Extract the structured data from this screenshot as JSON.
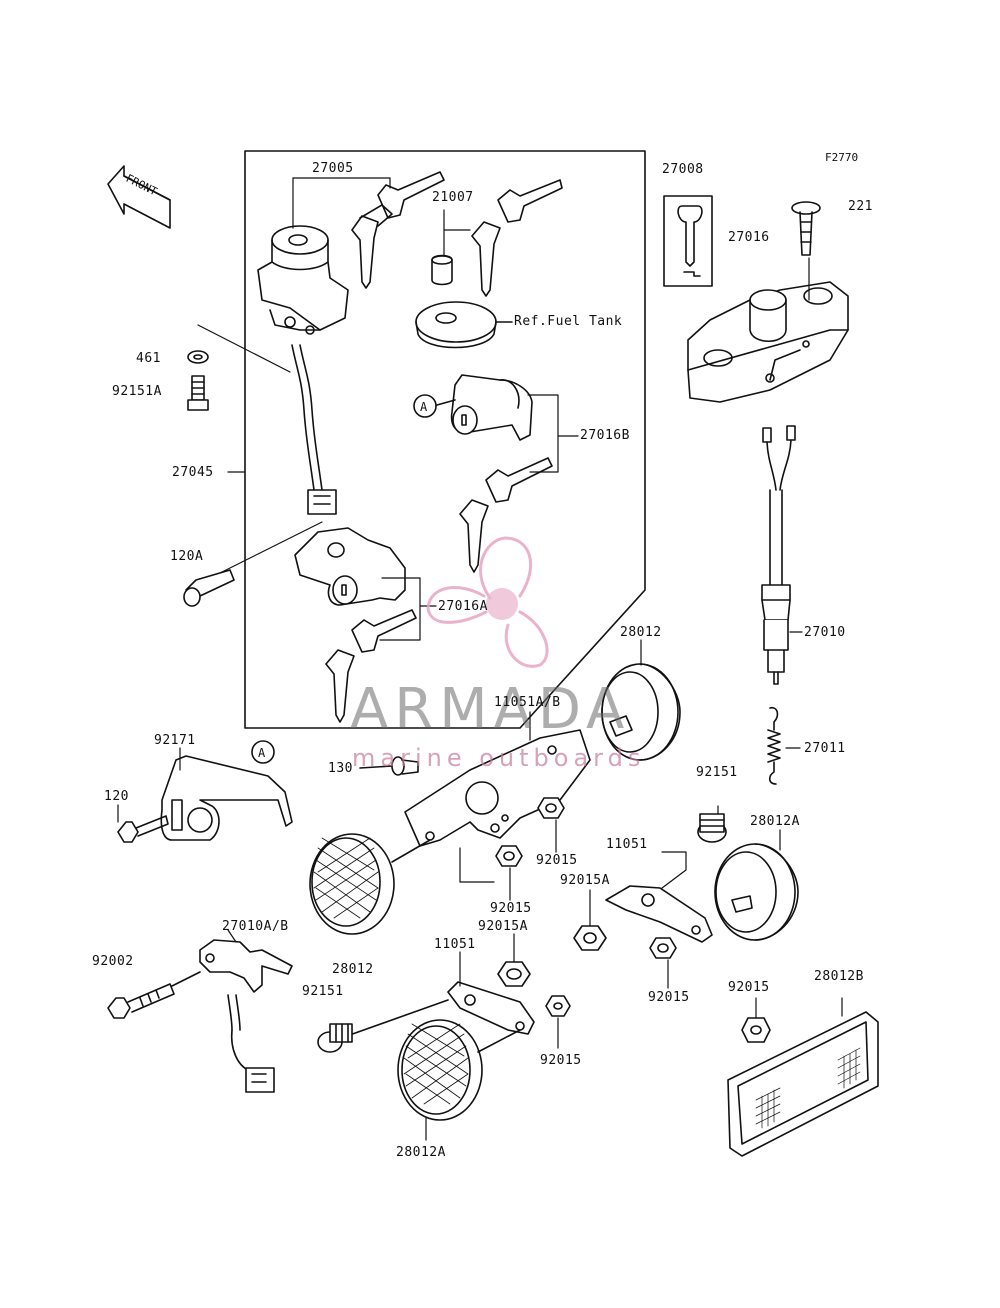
{
  "figure_code": "F2770",
  "front_label": "FRONT",
  "ref_note": "Ref.Fuel Tank",
  "callout_letter": "A",
  "watermark": {
    "brand": "ARMADA",
    "tagline": "marine outboards",
    "accent": "#e7a6c3"
  },
  "parts": [
    {
      "id": "27005",
      "label": "27005"
    },
    {
      "id": "21007",
      "label": "21007"
    },
    {
      "id": "27008",
      "label": "27008"
    },
    {
      "id": "221",
      "label": "221"
    },
    {
      "id": "27016",
      "label": "27016"
    },
    {
      "id": "461",
      "label": "461"
    },
    {
      "id": "92151A",
      "label": "92151A"
    },
    {
      "id": "27016B",
      "label": "27016B"
    },
    {
      "id": "27045",
      "label": "27045"
    },
    {
      "id": "120A",
      "label": "120A"
    },
    {
      "id": "27016A",
      "label": "27016A"
    },
    {
      "id": "27010",
      "label": "27010"
    },
    {
      "id": "28012-top",
      "label": "28012"
    },
    {
      "id": "11051AB",
      "label": "11051A/B"
    },
    {
      "id": "27011",
      "label": "27011"
    },
    {
      "id": "92171",
      "label": "92171"
    },
    {
      "id": "130",
      "label": "130"
    },
    {
      "id": "92151-right",
      "label": "92151"
    },
    {
      "id": "120",
      "label": "120"
    },
    {
      "id": "28012A-right",
      "label": "28012A"
    },
    {
      "id": "92015-a",
      "label": "92015"
    },
    {
      "id": "11051-right",
      "label": "11051"
    },
    {
      "id": "92015A-right",
      "label": "92015A"
    },
    {
      "id": "92015-b",
      "label": "92015"
    },
    {
      "id": "92015A-mid",
      "label": "92015A"
    },
    {
      "id": "27010AB",
      "label": "27010A/B"
    },
    {
      "id": "28012-left",
      "label": "28012"
    },
    {
      "id": "11051-mid",
      "label": "11051"
    },
    {
      "id": "92002",
      "label": "92002"
    },
    {
      "id": "92015-c",
      "label": "92015"
    },
    {
      "id": "92015-d",
      "label": "92015"
    },
    {
      "id": "28012B",
      "label": "28012B"
    },
    {
      "id": "92151-mid",
      "label": "92151"
    },
    {
      "id": "92015-e",
      "label": "92015"
    },
    {
      "id": "28012A-bottom",
      "label": "28012A"
    }
  ]
}
